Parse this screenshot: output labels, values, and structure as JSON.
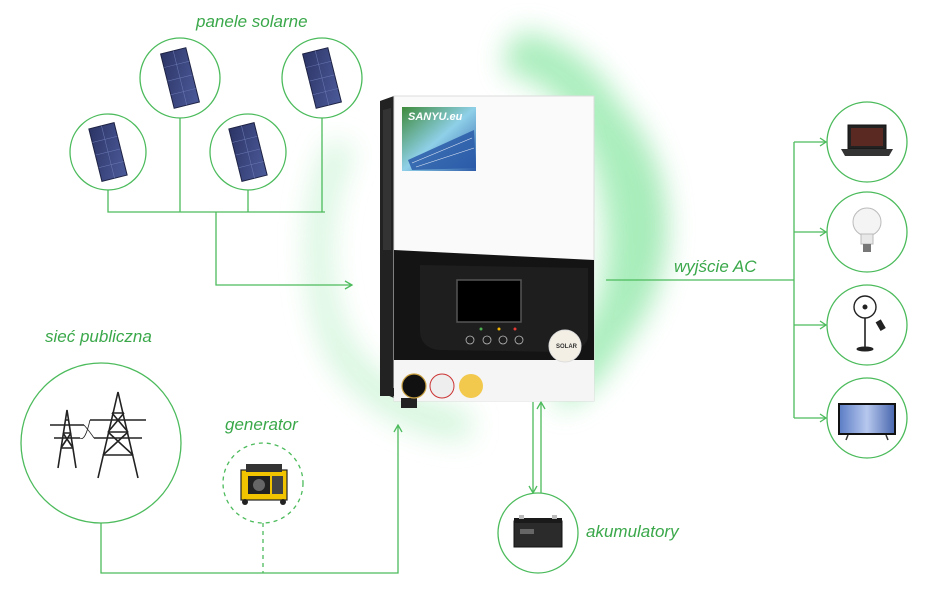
{
  "labels": {
    "solar_panels": "panele solarne",
    "public_grid": "sieć publiczna",
    "generator": "generator",
    "ac_output": "wyjście AC",
    "batteries": "akumulatory"
  },
  "inverter": {
    "brand": "SANYU.eu",
    "badge": "SOLAR"
  },
  "colors": {
    "accent": "#4cbb5c",
    "label": "#3aa84a",
    "glow": "#7fe39a"
  },
  "icons": [
    "solar-panel-icon",
    "power-tower-icon",
    "generator-icon",
    "battery-icon",
    "laptop-icon",
    "bulb-icon",
    "fan-icon",
    "tv-icon"
  ]
}
